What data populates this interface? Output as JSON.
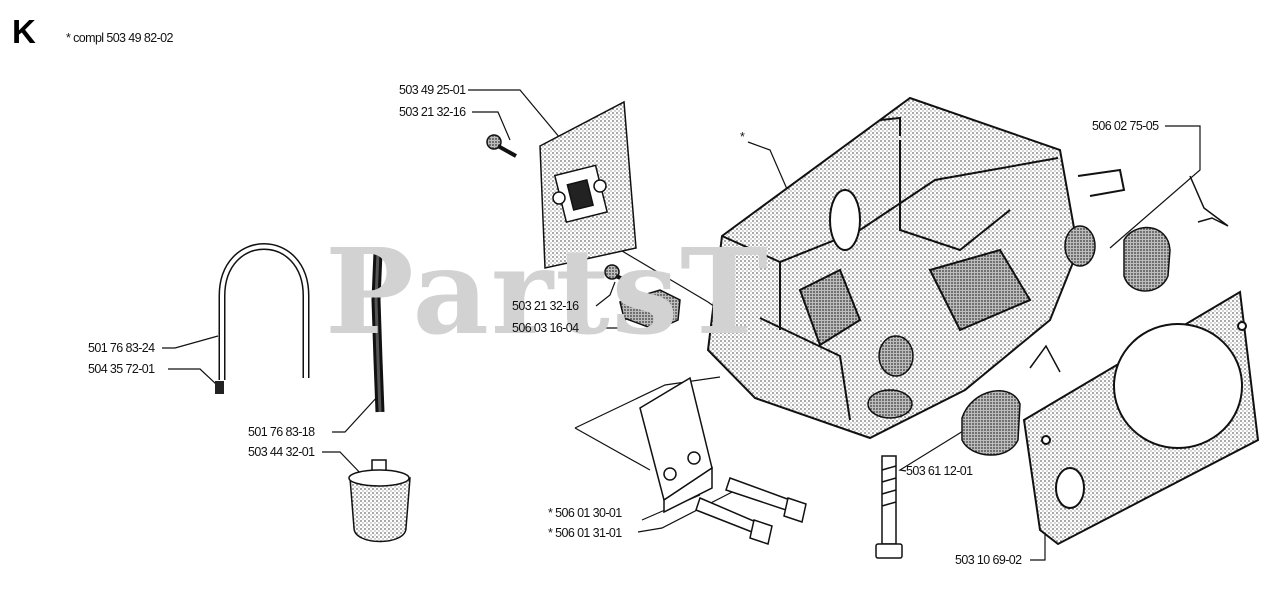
{
  "section_letter": "K",
  "assembly_note": "* compl 503 49 82-02",
  "watermark": "PartsT",
  "part_labels": {
    "p1": "503 49 25-01",
    "p2": "503 21 32-16",
    "p3": "506 02 75-05",
    "p4": "501 76 83-24",
    "p5": "504 35 72-01",
    "p6": "503 21 32-16",
    "p7": "506 03 16-04",
    "p8": "501 76 83-18",
    "p9": "503 44 32-01",
    "p10": "503 61 12-01",
    "p11": "* 506 01 30-01",
    "p12": "* 506 01 31-01",
    "p13": "503 10 69-02",
    "p14": "*"
  },
  "colors": {
    "ink": "#111111",
    "stipple": "#8a8a8a",
    "watermark": "#d2d2d2"
  }
}
